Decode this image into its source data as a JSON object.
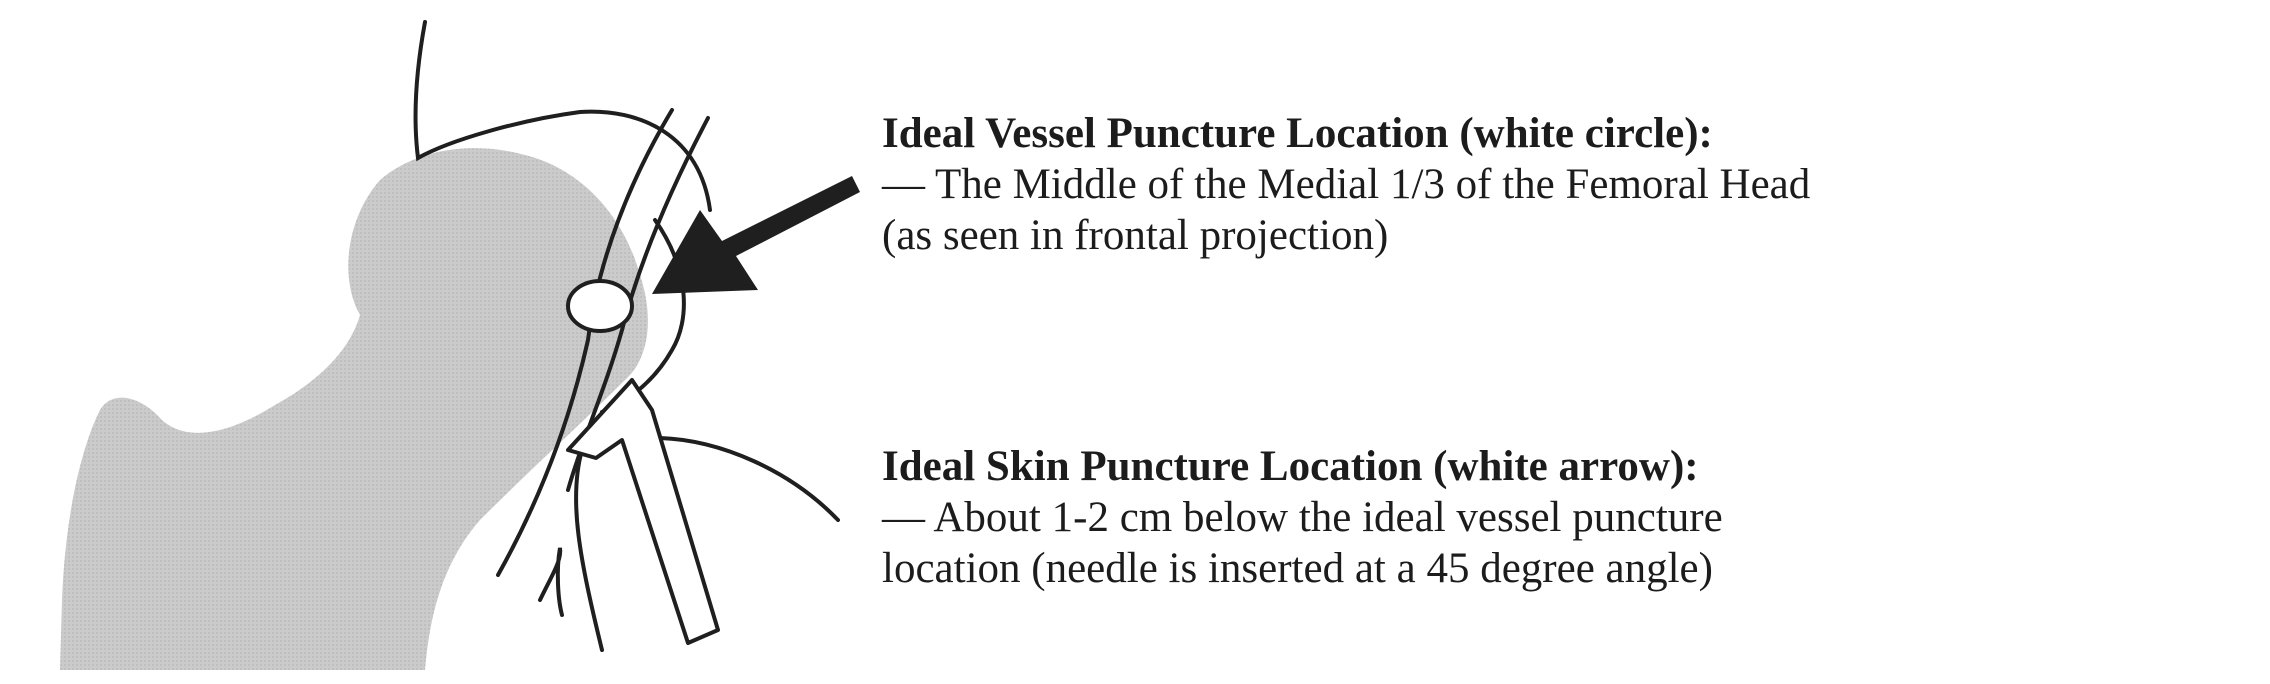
{
  "annotations": {
    "vessel": {
      "heading": "Ideal Vessel Puncture Location (white circle):",
      "lines": [
        "— The Middle of the Medial 1/3 of the Femoral Head",
        "(as seen in frontal projection)"
      ]
    },
    "skin": {
      "heading": "Ideal Skin Puncture Location (white arrow):",
      "lines": [
        "— About 1-2 cm below the ideal vessel puncture",
        "location (needle is inserted at a 45 degree angle)"
      ]
    }
  },
  "colors": {
    "femur": "#c4c4c4",
    "outline": "#1f1f1f",
    "black_arrow": "#1f1f1f",
    "white_marker": "#ffffff",
    "text": "#1c1c1c"
  },
  "icons": {
    "vessel_marker": "white-circle-icon",
    "vessel_pointer": "black-arrow-icon",
    "skin_marker": "white-arrow-icon"
  }
}
